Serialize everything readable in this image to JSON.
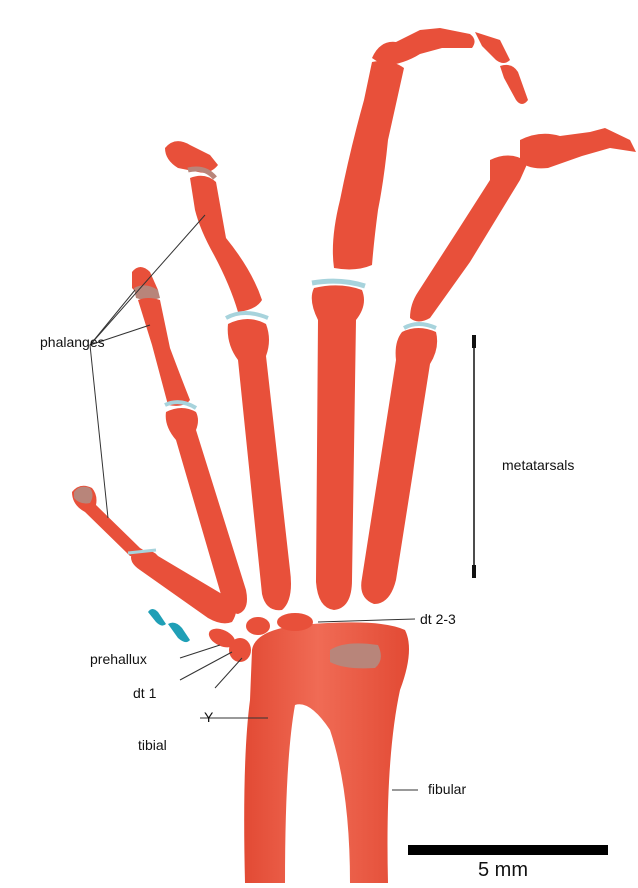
{
  "labels": {
    "phalanges": "phalanges",
    "metatarsals": "metatarsals",
    "dt23": "dt 2-3",
    "prehallux": "prehallux",
    "dt1": "dt 1",
    "y": "Y",
    "tibial": "tibial",
    "fibular": "fibular",
    "scale_bar": "5 mm"
  },
  "colors": {
    "bone": "#e8503a",
    "bone_highlight": "#f0705a",
    "articulation": "#a7d3dc",
    "epiphysis": "#b8857a",
    "prehallux": "#1f9fb6",
    "line": "#333333"
  }
}
